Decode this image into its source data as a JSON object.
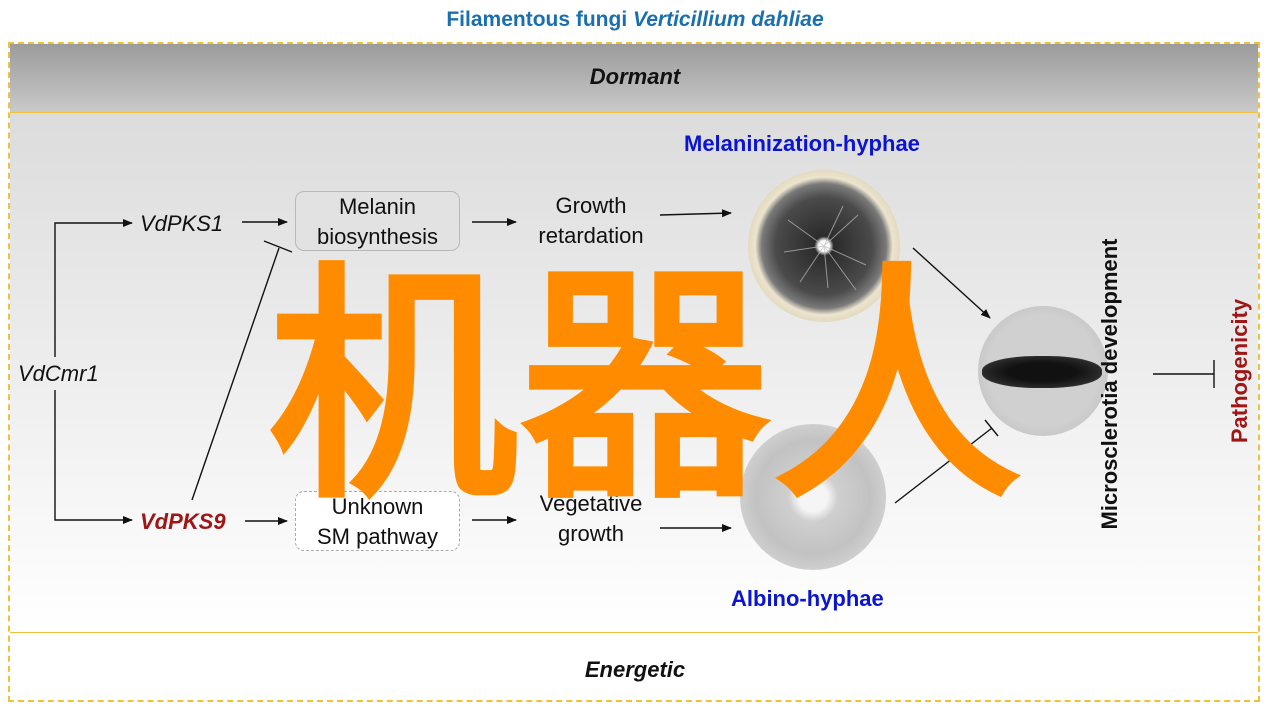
{
  "title": {
    "prefix": "Filamentous fungi ",
    "species": "Verticillium dahliae"
  },
  "bands": {
    "top": "Dormant",
    "bottom": "Energetic"
  },
  "regulator": "VdCmr1",
  "genes": {
    "pks1": "VdPKS1",
    "pks9": "VdPKS9"
  },
  "pathway_boxes": {
    "melanin": {
      "line1": "Melanin",
      "line2": "biosynthesis"
    },
    "unknown": {
      "line1": "Unknown",
      "line2": "SM pathway"
    }
  },
  "outcomes": {
    "growth_retardation": {
      "line1": "Growth",
      "line2": "retardation"
    },
    "vegetative_growth": {
      "line1": "Vegetative",
      "line2": "growth"
    }
  },
  "phenotypes": {
    "melanized": "Melaninization-hyphae",
    "albino": "Albino-hyphae"
  },
  "microsclerotia": "Microsclerotia development",
  "pathogenicity": "Pathogenicity",
  "watermark": "机器人",
  "colors": {
    "title_blue": "#1a6fb0",
    "phenotype_blue": "#0a14d2",
    "highlight_red": "#a01515",
    "frame_yellow": "#f0c23a",
    "watermark_orange": "#ff8c00"
  },
  "icons": [
    "melanized-colony-image",
    "albino-colony-image",
    "microsclerotia-image"
  ]
}
